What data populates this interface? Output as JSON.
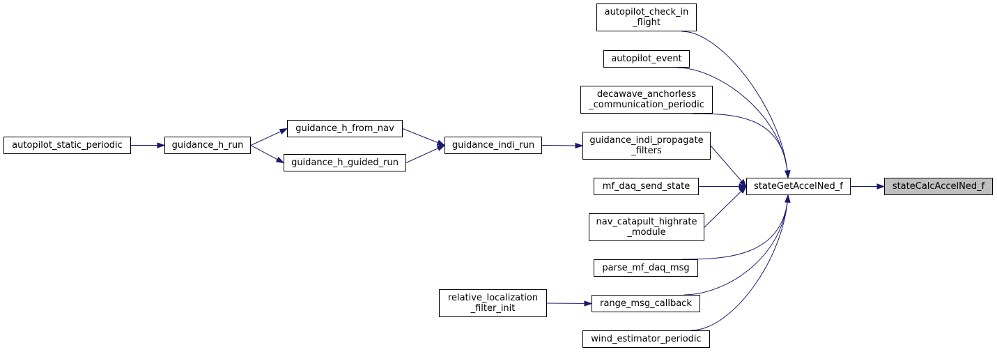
{
  "colors": {
    "edge": "#191970",
    "node_border": "#000000",
    "root_fill": "#bfbfbf",
    "node_fill": "#ffffff"
  },
  "nodes": {
    "autopilot_static_periodic": "autopilot_static_periodic",
    "guidance_h_run": "guidance_h_run",
    "guidance_h_from_nav": "guidance_h_from_nav",
    "guidance_h_guided_run": "guidance_h_guided_run",
    "guidance_indi_run": "guidance_indi_run",
    "autopilot_check_in_flight": "autopilot_check_in\n_flight",
    "autopilot_event": "autopilot_event",
    "decawave": "decawave_anchorless\n_communication_periodic",
    "guidance_indi_propagate": "guidance_indi_propagate\n_filters",
    "mf_daq_send_state": "mf_daq_send_state",
    "nav_catapult": "nav_catapult_highrate\n_module",
    "parse_mf_daq_msg": "parse_mf_daq_msg",
    "relative_localization": "relative_localization\n_filter_init",
    "range_msg_callback": "range_msg_callback",
    "wind_estimator_periodic": "wind_estimator_periodic",
    "stateGetAccelNed_f": "stateGetAccelNed_f",
    "stateCalcAccelNed_f": "stateCalcAccelNed_f"
  },
  "edges": [
    [
      "autopilot_static_periodic",
      "guidance_h_run"
    ],
    [
      "guidance_h_run",
      "guidance_h_from_nav"
    ],
    [
      "guidance_h_run",
      "guidance_h_guided_run"
    ],
    [
      "guidance_h_from_nav",
      "guidance_indi_run"
    ],
    [
      "guidance_h_guided_run",
      "guidance_indi_run"
    ],
    [
      "guidance_indi_run",
      "guidance_indi_propagate"
    ],
    [
      "autopilot_check_in_flight",
      "stateGetAccelNed_f"
    ],
    [
      "autopilot_event",
      "stateGetAccelNed_f"
    ],
    [
      "decawave",
      "stateGetAccelNed_f"
    ],
    [
      "guidance_indi_propagate",
      "stateGetAccelNed_f"
    ],
    [
      "mf_daq_send_state",
      "stateGetAccelNed_f"
    ],
    [
      "nav_catapult",
      "stateGetAccelNed_f"
    ],
    [
      "parse_mf_daq_msg",
      "stateGetAccelNed_f"
    ],
    [
      "range_msg_callback",
      "stateGetAccelNed_f"
    ],
    [
      "relative_localization",
      "range_msg_callback"
    ],
    [
      "wind_estimator_periodic",
      "stateGetAccelNed_f"
    ],
    [
      "stateGetAccelNed_f",
      "stateCalcAccelNed_f"
    ]
  ]
}
